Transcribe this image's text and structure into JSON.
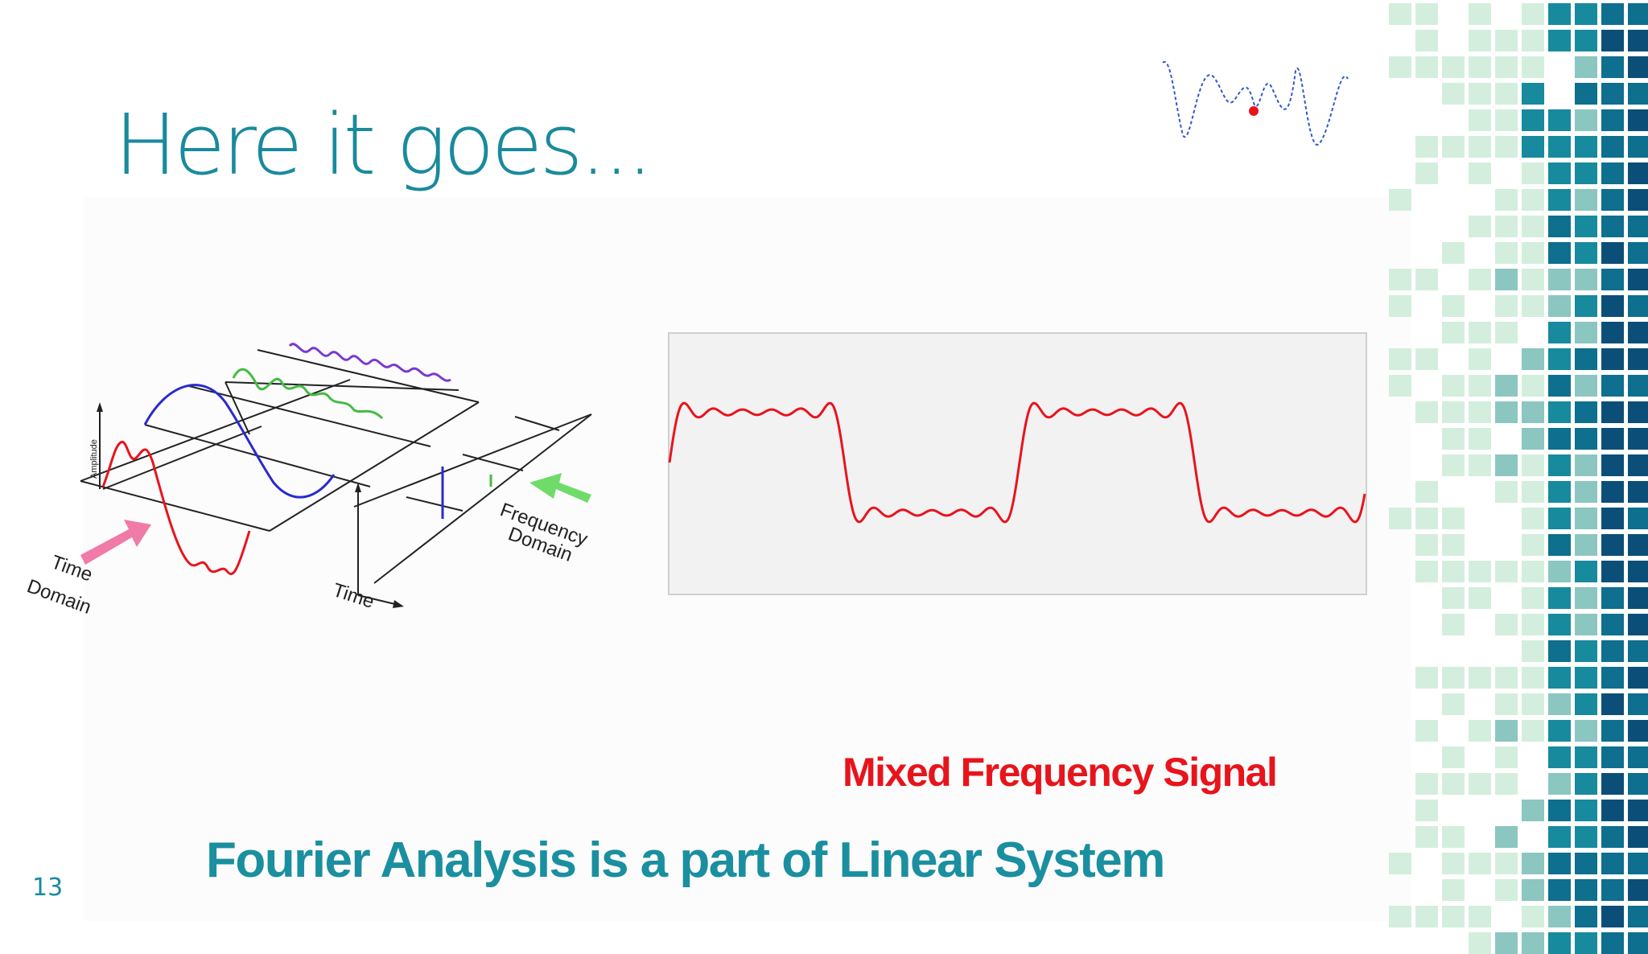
{
  "slide": {
    "title": "Here it goes...",
    "subtitle": "Mixed Frequency Signal",
    "statement": "Fourier Analysis is a part of Linear System",
    "page_number": "13"
  },
  "diagram": {
    "axis_label_amplitude": "Amplitude",
    "label_time": "Time",
    "label_time_domain_line1": "Time",
    "label_time_domain_line2": "Domain",
    "label_frequency_domain_line1": "Frequency",
    "label_frequency_domain_line2": "Domain"
  },
  "colors": {
    "title": "#1a8a9c",
    "subtitle": "#e8141c",
    "statement": "#1a8fa0",
    "signal": "#e8141c",
    "time_arrow": "#f07aa8",
    "freq_arrow": "#6fdc6a",
    "sine_blue": "#2a2ad0",
    "sine_green": "#44bb44",
    "sine_purple": "#7a3acc"
  },
  "icons": [
    "squiggle-wave-icon"
  ]
}
